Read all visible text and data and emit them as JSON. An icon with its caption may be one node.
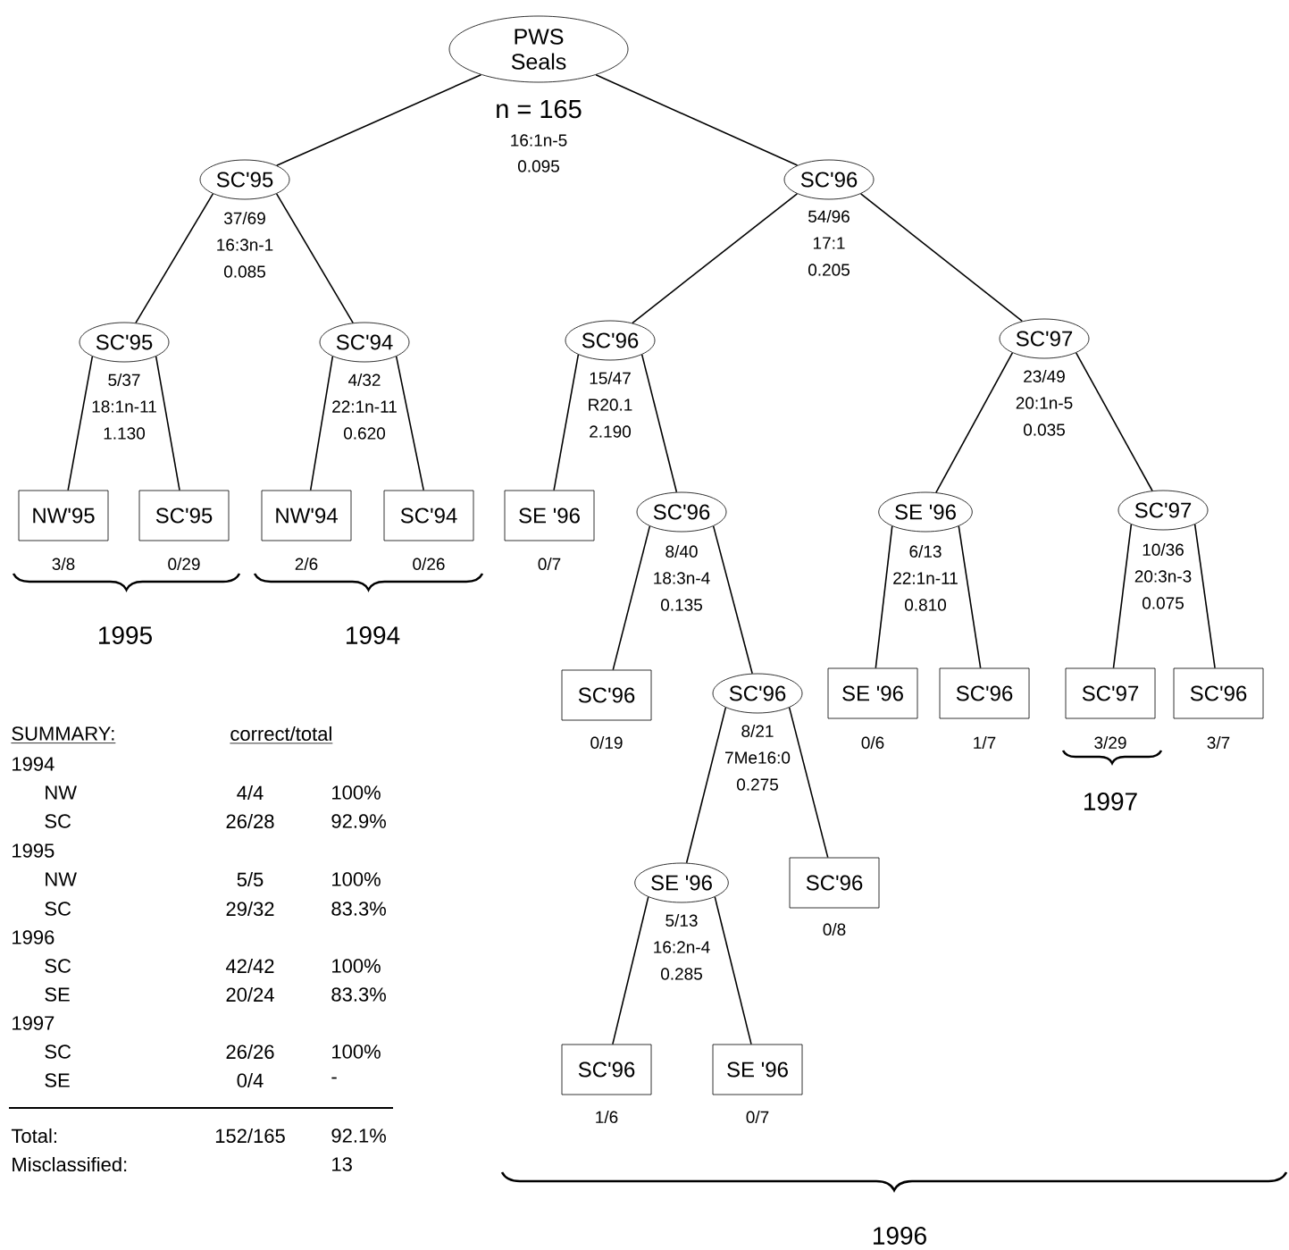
{
  "diagram": {
    "nodes": [
      {
        "text": [
          "PWS Seals"
        ],
        "beside": [
          "n = 165",
          "16:1n-5",
          "0.095"
        ]
      },
      {
        "text": [
          "SC'95"
        ],
        "beside": [
          "37/69",
          "16:3n-1",
          "0.085"
        ]
      },
      {
        "text": [
          "SC'96"
        ],
        "beside": [
          "54/96",
          "17:1",
          "0.205"
        ]
      },
      {
        "text": [
          "SC'95"
        ],
        "beside": [
          "5/37",
          "18:1n-11",
          "1.130"
        ]
      },
      {
        "text": [
          "SC'94"
        ],
        "beside": [
          "4/32",
          "22:1n-11",
          "0.620"
        ]
      },
      {
        "text": [
          "SC'96"
        ],
        "beside": [
          "15/47",
          "R20.1",
          "2.190"
        ]
      },
      {
        "text": [
          "SC'97"
        ],
        "beside": [
          "23/49",
          "20:1n-5",
          "0.035"
        ]
      },
      {
        "text": [
          "NW'95"
        ],
        "beside": [
          "3/8"
        ]
      },
      {
        "text": [
          "SC'95"
        ],
        "beside": [
          "0/29"
        ]
      },
      {
        "text": [
          "NW'94"
        ],
        "beside": [
          "2/6"
        ]
      },
      {
        "text": [
          "SC'94"
        ],
        "beside": [
          "0/26"
        ]
      },
      {
        "text": [
          "SE '96"
        ],
        "beside": [
          "0/7"
        ]
      },
      {
        "text": [
          "SC'96"
        ],
        "beside": [
          "8/40",
          "18:3n-4",
          "0.135"
        ]
      },
      {
        "text": [
          "SE '96"
        ],
        "beside": [
          "6/13",
          "22:1n-11",
          "0.810"
        ]
      },
      {
        "text": [
          "SC'97"
        ],
        "beside": [
          "10/36",
          "20:3n-3",
          "0.075"
        ]
      },
      {
        "text": [
          "SC'96"
        ],
        "beside": [
          "0/19"
        ]
      },
      {
        "text": [
          "SC'96"
        ],
        "beside": [
          "8/21",
          "7Me16:0",
          "0.275"
        ]
      },
      {
        "text": [
          "SE '96"
        ],
        "beside": [
          "0/6"
        ]
      },
      {
        "text": [
          "SC'96"
        ],
        "beside": [
          "1/7"
        ]
      },
      {
        "text": [
          "SC'97"
        ],
        "beside": [
          "3/29"
        ]
      },
      {
        "text": [
          "SC'96"
        ],
        "beside": [
          "3/7"
        ]
      },
      {
        "text": [
          "SE '96"
        ],
        "beside": [
          "5/13",
          "16:2n-4",
          "0.285"
        ]
      },
      {
        "text": [
          "SC'96"
        ],
        "beside": [
          "0/8"
        ]
      },
      {
        "text": [
          "SC'96"
        ],
        "beside": [
          "1/6"
        ]
      },
      {
        "text": [
          "SE '96"
        ],
        "beside": [
          "0/7"
        ]
      }
    ],
    "edges": [
      {
        "from": 0,
        "to": 1,
        "arrow": "none"
      },
      {
        "from": 0,
        "to": 2,
        "arrow": "none"
      },
      {
        "from": 1,
        "to": 3,
        "arrow": "none"
      },
      {
        "from": 1,
        "to": 4,
        "arrow": "none"
      },
      {
        "from": 2,
        "to": 5,
        "arrow": "none"
      },
      {
        "from": 2,
        "to": 6,
        "arrow": "none"
      },
      {
        "from": 3,
        "to": 7,
        "arrow": "none"
      },
      {
        "from": 3,
        "to": 8,
        "arrow": "none"
      },
      {
        "from": 4,
        "to": 9,
        "arrow": "none"
      },
      {
        "from": 4,
        "to": 10,
        "arrow": "none"
      },
      {
        "from": 5,
        "to": 11,
        "arrow": "none"
      },
      {
        "from": 5,
        "to": 12,
        "arrow": "none"
      },
      {
        "from": 6,
        "to": 13,
        "arrow": "none"
      },
      {
        "from": 6,
        "to": 14,
        "arrow": "none"
      },
      {
        "from": 12,
        "to": 15,
        "arrow": "none"
      },
      {
        "from": 12,
        "to": 16,
        "arrow": "none"
      },
      {
        "from": 13,
        "to": 17,
        "arrow": "none"
      },
      {
        "from": 13,
        "to": 18,
        "arrow": "none"
      },
      {
        "from": 14,
        "to": 19,
        "arrow": "none"
      },
      {
        "from": 14,
        "to": 20,
        "arrow": "none"
      },
      {
        "from": 16,
        "to": 21,
        "arrow": "none"
      },
      {
        "from": 16,
        "to": 22,
        "arrow": "none"
      },
      {
        "from": 21,
        "to": 23,
        "arrow": "none"
      },
      {
        "from": 21,
        "to": 24,
        "arrow": "none"
      }
    ],
    "labels": [
      "1995",
      "1994",
      "1997",
      "1996",
      "SUMMARY:",
      "correct/total",
      "1994",
      "NW",
      "4/4",
      "100%",
      "SC",
      "26/28",
      "92.9%",
      "1995",
      "NW",
      "5/5",
      "100%",
      "SC",
      "29/32",
      "83.3%",
      "1996",
      "SC",
      "42/42",
      "100%",
      "SE",
      "20/24",
      "83.3%",
      "1997",
      "SC",
      "26/26",
      "100%",
      "SE",
      "0/4",
      "-",
      "Total:",
      "152/165",
      "92.1%",
      "Misclassified:",
      "13"
    ]
  }
}
